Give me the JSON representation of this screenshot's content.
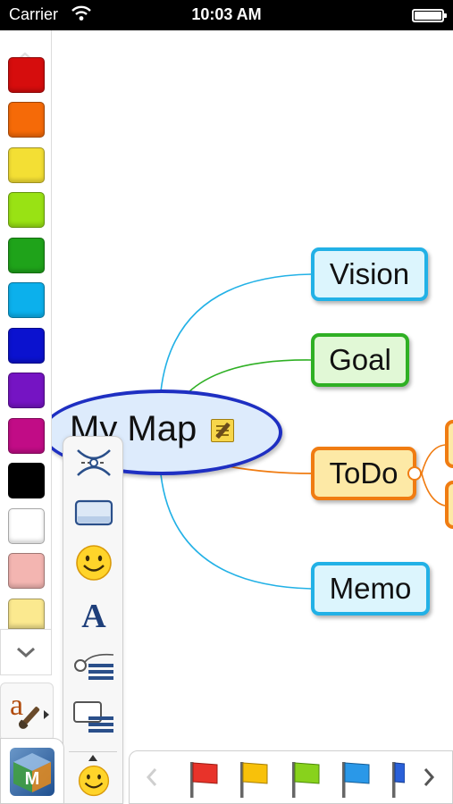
{
  "status_bar": {
    "carrier": "Carrier",
    "time": "10:03 AM"
  },
  "map": {
    "central_topic": "My Map",
    "topics": [
      {
        "label": "Vision",
        "color": "#22b1e6"
      },
      {
        "label": "Goal",
        "color": "#2fb024"
      },
      {
        "label": "ToDo",
        "color": "#f07c12"
      },
      {
        "label": "Memo",
        "color": "#22b1e6"
      }
    ]
  },
  "palette": {
    "colors": [
      "#d60d0d",
      "#f56a08",
      "#f3df34",
      "#99e214",
      "#1fa31a",
      "#0cb0ec",
      "#0b12cf",
      "#7514c3",
      "#c10c86",
      "#000000",
      "#ffffff",
      "#f3b5b1",
      "#fbe98f"
    ]
  },
  "toolbar": {
    "tools": [
      "relationship-tool-icon",
      "boundary-tool-icon",
      "smiley-icon",
      "text-format-icon",
      "topic-style-icon",
      "layout-icon"
    ],
    "bottom_icon": "smiley-icon"
  },
  "flags": {
    "colors": [
      "#e8332a",
      "#f8c10a",
      "#88d21c",
      "#2a98e8",
      "#2a60d8"
    ]
  }
}
